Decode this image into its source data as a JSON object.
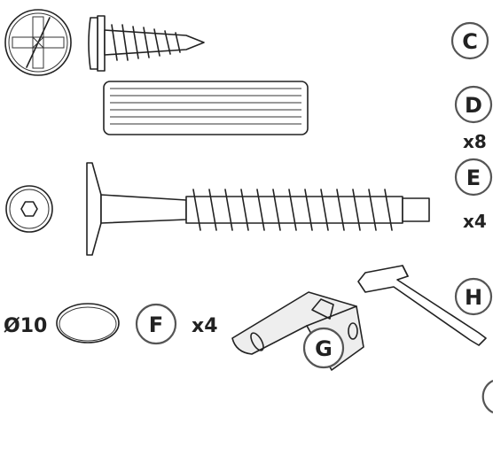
{
  "parts": {
    "c": {
      "letter": "C"
    },
    "d": {
      "letter": "D",
      "qty": "x8"
    },
    "e": {
      "letter": "E",
      "qty": "x4"
    },
    "f": {
      "letter": "F",
      "qty": "x4",
      "size": "Ø10"
    },
    "g": {
      "letter": "G"
    },
    "h": {
      "letter": "H"
    }
  },
  "colors": {
    "line": "#222222",
    "badge_stroke": "#555555"
  },
  "icons": [
    "phillips-head-icon",
    "hex-socket-head-icon"
  ]
}
